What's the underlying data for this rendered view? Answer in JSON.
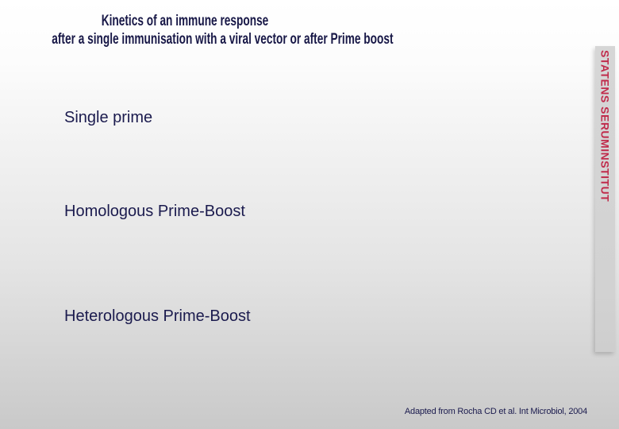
{
  "slide": {
    "title": {
      "line1": "Kinetics of an immune response",
      "line2": "after a single immunisation with a viral vector or after Prime boost"
    },
    "labels": [
      {
        "text": "Single prime"
      },
      {
        "text": "Homologous Prime-Boost"
      },
      {
        "text": "Heterologous Prime-Boost"
      }
    ],
    "sidebar": {
      "brand_text": "STATENS SERUMINSTITUT"
    },
    "citation": "Adapted from Rocha CD et al. Int Microbiol, 2004",
    "colors": {
      "title_navy": "#181847",
      "label_navy": "#1b1b4e",
      "brand_red": "#c02b4b",
      "strip_gray": "#d4d4d4",
      "background_top": "#ffffff",
      "background_bottom": "#c9c9c9"
    }
  }
}
